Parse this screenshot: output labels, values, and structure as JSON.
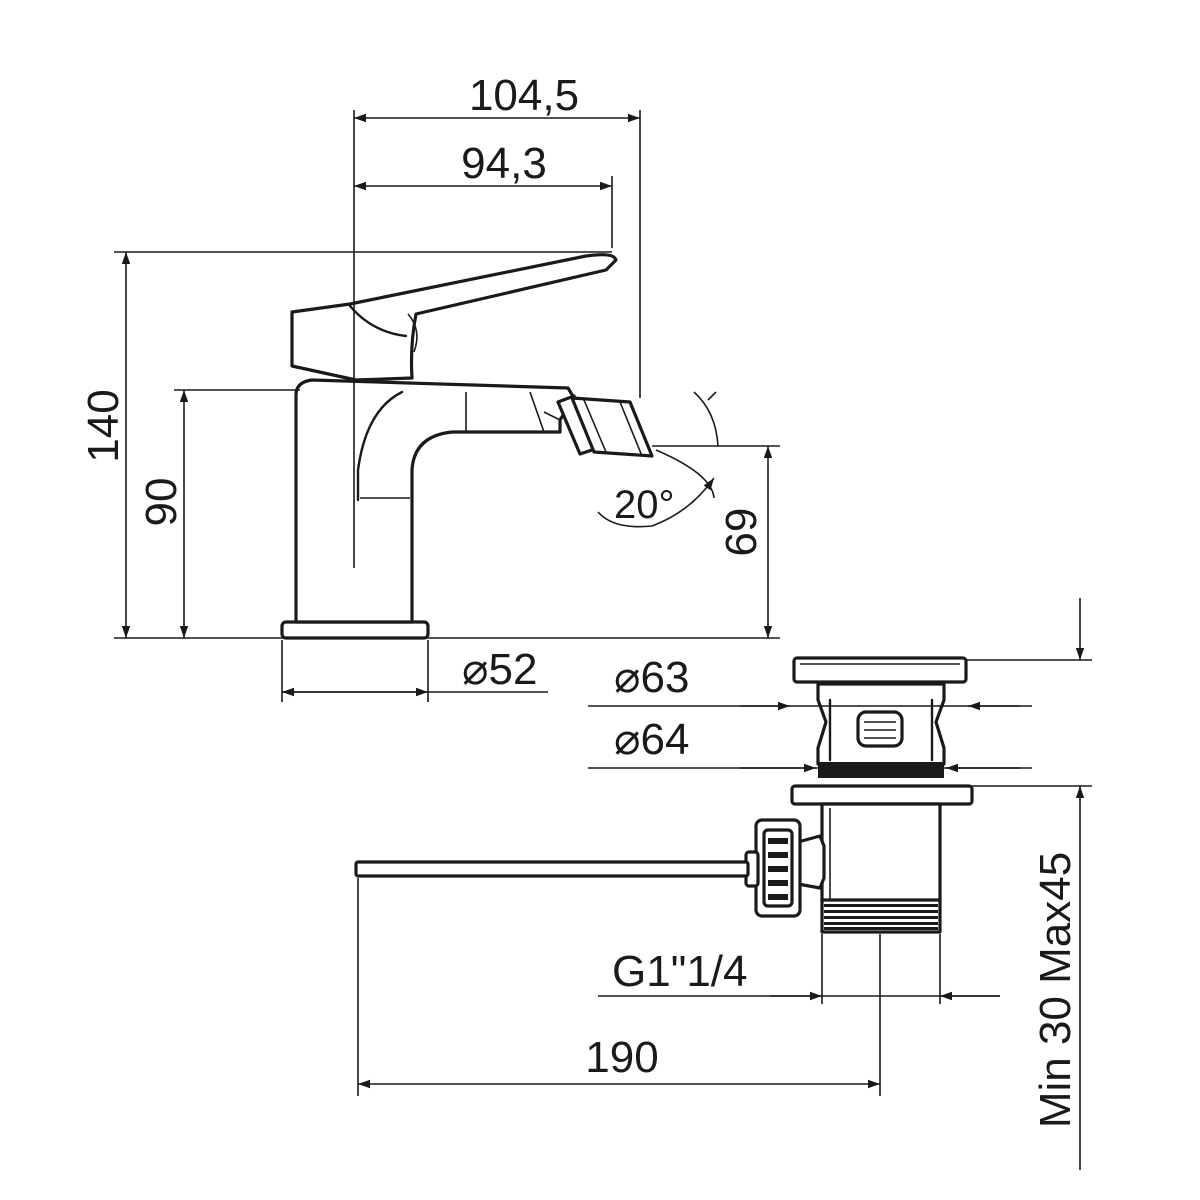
{
  "dimensions": {
    "spout_reach_overall": "104,5",
    "spout_reach_nozzle": "94,3",
    "total_height": "140",
    "spout_height": "90",
    "outlet_height": "69",
    "nozzle_angle": "20°",
    "base_diameter": "⌀52",
    "waste_flange_diameter": "⌀63",
    "waste_body_diameter": "⌀64",
    "waste_thread": "G1\"1/4",
    "rod_length": "190",
    "basin_thickness_range": "Min 30 Max45"
  },
  "colors": {
    "line": "#1a1a1a",
    "background": "#ffffff"
  }
}
